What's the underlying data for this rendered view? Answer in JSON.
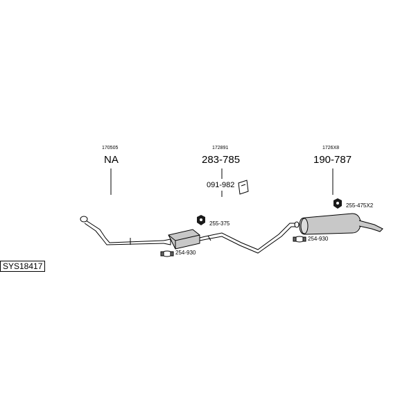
{
  "system_code": "SYS18417",
  "groups": [
    {
      "ref": "170505",
      "part": "NA"
    },
    {
      "ref": "172891",
      "part": "283-785",
      "sub_part": "091-982"
    },
    {
      "ref": "1726X8",
      "part": "190-787"
    }
  ],
  "callouts": {
    "clamp_front": "254-930",
    "gasket_middle": "255-375",
    "clamp_rear": "254-930",
    "gasket_rear": "255-475X2"
  },
  "colors": {
    "line": "#000000",
    "muffler_fill": "#c8c8c8",
    "gasket_fill": "#1a1a1a"
  }
}
